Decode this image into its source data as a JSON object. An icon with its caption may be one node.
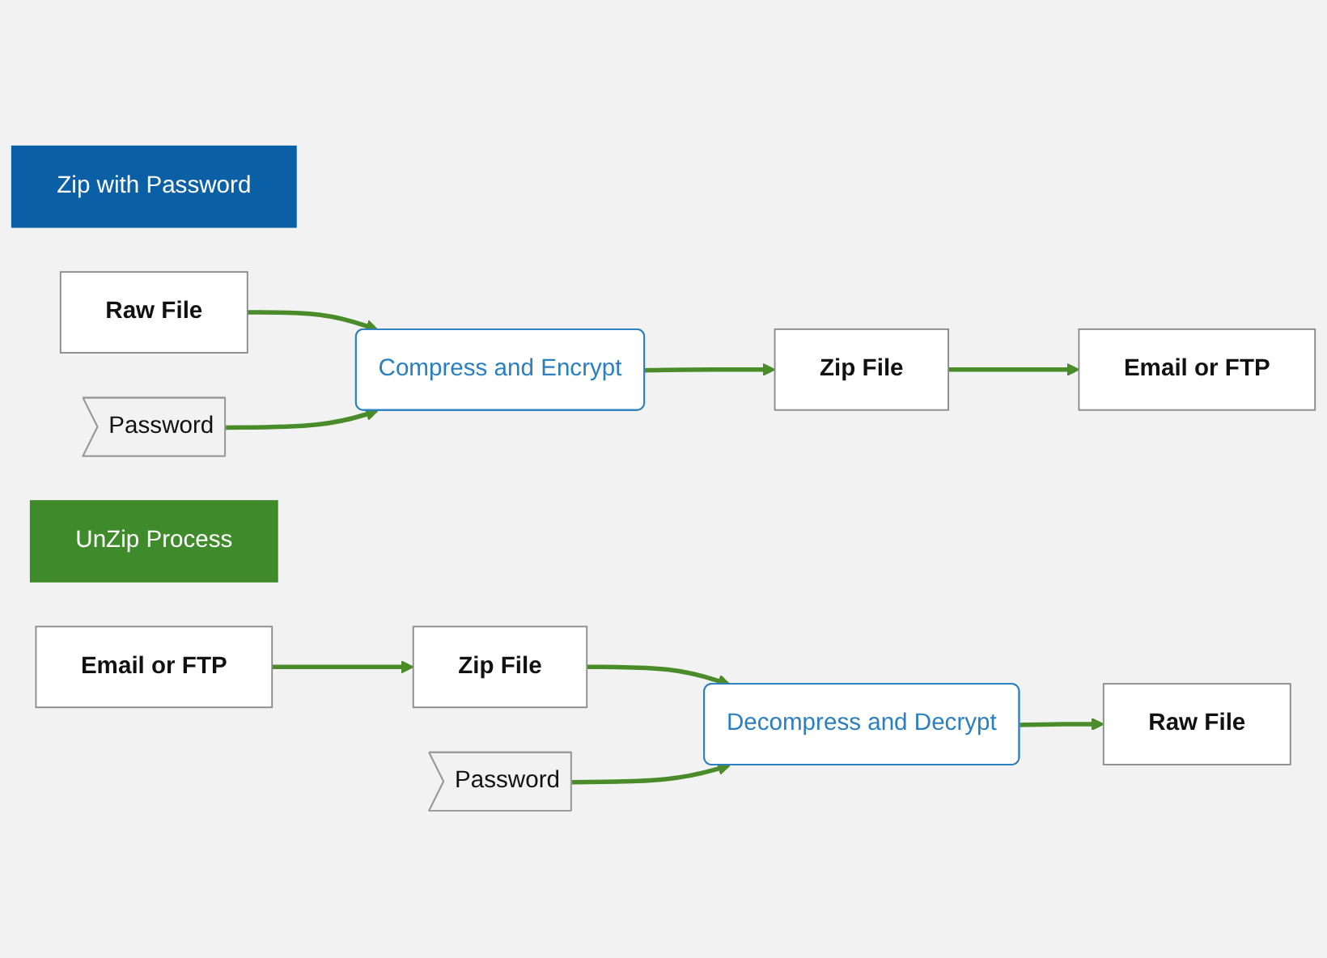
{
  "diagram": {
    "nodes": [
      {
        "text": [
          "Zip with Password"
        ]
      },
      {
        "text": [
          "Raw File"
        ]
      },
      {
        "text": [
          "Password"
        ]
      },
      {
        "text": [
          "Compress and Encrypt"
        ]
      },
      {
        "text": [
          "Zip File"
        ]
      },
      {
        "text": [
          "Email or FTP"
        ]
      },
      {
        "text": [
          "UnZip Process"
        ]
      },
      {
        "text": [
          "Email or FTP"
        ]
      },
      {
        "text": [
          "Zip File"
        ]
      },
      {
        "text": [
          "Password"
        ]
      },
      {
        "text": [
          "Decompress and Decrypt"
        ]
      },
      {
        "text": [
          "Raw File"
        ]
      }
    ],
    "edges": [
      {
        "from": 1,
        "to": 3,
        "arrow": "to"
      },
      {
        "from": 2,
        "to": 3,
        "arrow": "to"
      },
      {
        "from": 3,
        "to": 4,
        "arrow": "to"
      },
      {
        "from": 4,
        "to": 5,
        "arrow": "to"
      },
      {
        "from": 7,
        "to": 8,
        "arrow": "to"
      },
      {
        "from": 8,
        "to": 10,
        "arrow": "to"
      },
      {
        "from": 9,
        "to": 10,
        "arrow": "to"
      },
      {
        "from": 10,
        "to": 11,
        "arrow": "to"
      }
    ]
  }
}
